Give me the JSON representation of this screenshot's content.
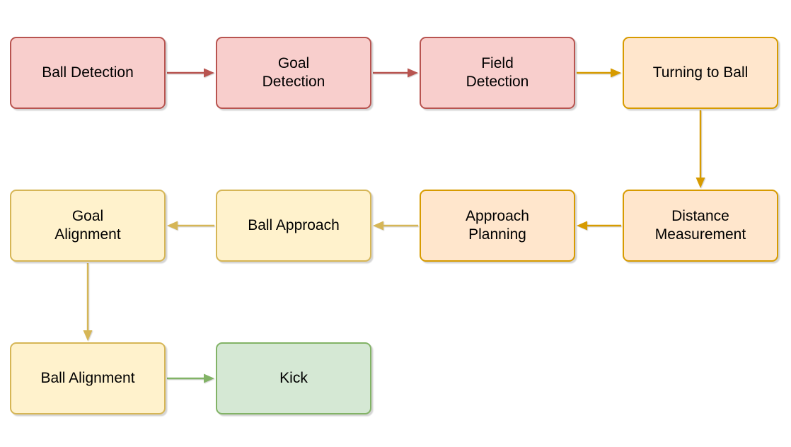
{
  "diagram": {
    "type": "flowchart",
    "nodes": [
      {
        "id": "ball-detection",
        "label": "Ball Detection",
        "style": "red"
      },
      {
        "id": "goal-detection",
        "label": "Goal\nDetection",
        "style": "red"
      },
      {
        "id": "field-detection",
        "label": "Field\nDetection",
        "style": "red"
      },
      {
        "id": "turning-to-ball",
        "label": "Turning to Ball",
        "style": "orange"
      },
      {
        "id": "distance-measurement",
        "label": "Distance\nMeasurement",
        "style": "orange"
      },
      {
        "id": "approach-planning",
        "label": "Approach\nPlanning",
        "style": "orange"
      },
      {
        "id": "ball-approach",
        "label": "Ball Approach",
        "style": "yellow"
      },
      {
        "id": "goal-alignment",
        "label": "Goal\nAlignment",
        "style": "yellow"
      },
      {
        "id": "ball-alignment",
        "label": "Ball Alignment",
        "style": "yellow"
      },
      {
        "id": "kick",
        "label": "Kick",
        "style": "green"
      }
    ],
    "edges": [
      {
        "from": "ball-detection",
        "to": "goal-detection",
        "color": "red"
      },
      {
        "from": "goal-detection",
        "to": "field-detection",
        "color": "red"
      },
      {
        "from": "field-detection",
        "to": "turning-to-ball",
        "color": "orange"
      },
      {
        "from": "turning-to-ball",
        "to": "distance-measurement",
        "color": "orange"
      },
      {
        "from": "distance-measurement",
        "to": "approach-planning",
        "color": "orange"
      },
      {
        "from": "approach-planning",
        "to": "ball-approach",
        "color": "tan"
      },
      {
        "from": "ball-approach",
        "to": "goal-alignment",
        "color": "tan"
      },
      {
        "from": "goal-alignment",
        "to": "ball-alignment",
        "color": "tan"
      },
      {
        "from": "ball-alignment",
        "to": "kick",
        "color": "green"
      }
    ]
  },
  "colors": {
    "red_fill": "#f8cecc",
    "red_stroke": "#b85450",
    "orange_fill": "#ffe6cc",
    "orange_stroke": "#d79b00",
    "yellow_fill": "#fff2cc",
    "yellow_stroke": "#d6b656",
    "green_fill": "#d5e8d4",
    "green_stroke": "#82b366",
    "text": "#000000",
    "background": "#ffffff"
  }
}
